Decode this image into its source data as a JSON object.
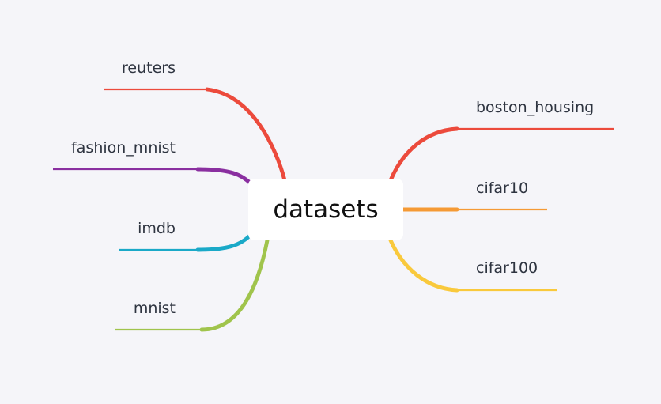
{
  "mindmap": {
    "root": {
      "label": "datasets"
    },
    "left_branches": [
      {
        "label": "reuters",
        "color": "#ec4a3c"
      },
      {
        "label": "fashion_mnist",
        "color": "#8a2fa0"
      },
      {
        "label": "imdb",
        "color": "#1aa9c8"
      },
      {
        "label": "mnist",
        "color": "#a0c44c"
      }
    ],
    "right_branches": [
      {
        "label": "boston_housing",
        "color": "#ec4a3c"
      },
      {
        "label": "cifar10",
        "color": "#f59a35"
      },
      {
        "label": "cifar100",
        "color": "#f9c93c"
      }
    ]
  }
}
